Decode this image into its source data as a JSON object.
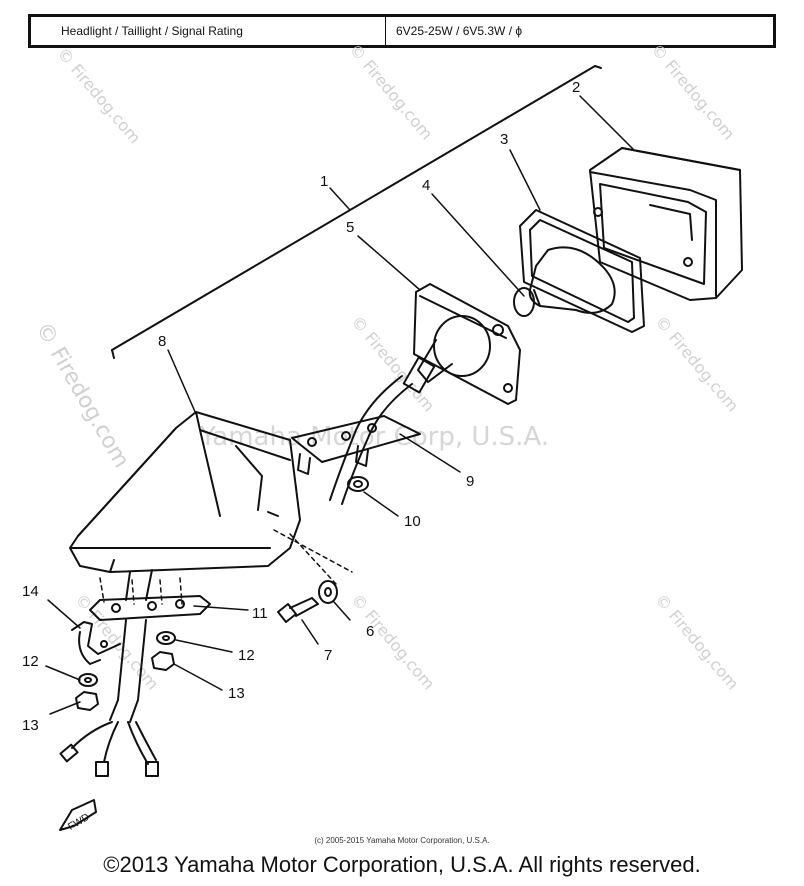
{
  "spec": {
    "label": "Headlight / Taillight / Signal Rating",
    "value": "6V25-25W / 6V5.3W / ϕ"
  },
  "callouts": [
    {
      "id": "1",
      "text": "1"
    },
    {
      "id": "2",
      "text": "2"
    },
    {
      "id": "3",
      "text": "3"
    },
    {
      "id": "4",
      "text": "4"
    },
    {
      "id": "5",
      "text": "5"
    },
    {
      "id": "6",
      "text": "6"
    },
    {
      "id": "7",
      "text": "7"
    },
    {
      "id": "8",
      "text": "8"
    },
    {
      "id": "9",
      "text": "9"
    },
    {
      "id": "10",
      "text": "10"
    },
    {
      "id": "11",
      "text": "11"
    },
    {
      "id": "12a",
      "text": "12"
    },
    {
      "id": "12b",
      "text": "12"
    },
    {
      "id": "13a",
      "text": "13"
    },
    {
      "id": "13b",
      "text": "13"
    },
    {
      "id": "14",
      "text": "14"
    }
  ],
  "fwd_label": "FWD",
  "watermark": {
    "site": "© Firedog.com",
    "corp": "Yamaha Motor Corp, U.S.A."
  },
  "small_copyright": "(c) 2005-2015 Yamaha Motor Corporation, U.S.A.",
  "copyright": "©2013 Yamaha Motor Corporation, U.S.A. All rights reserved."
}
